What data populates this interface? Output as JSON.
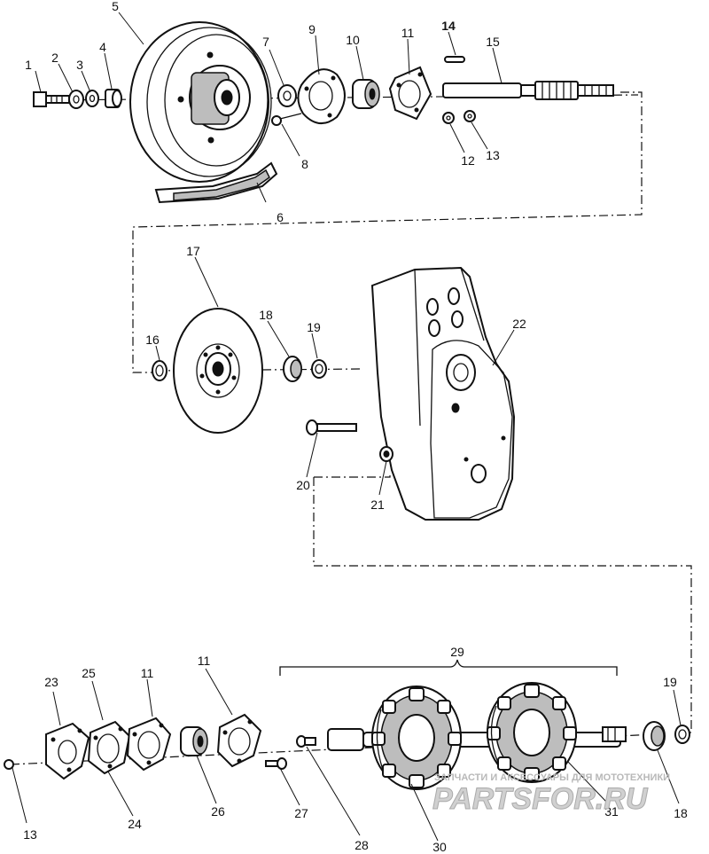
{
  "callouts": [
    {
      "n": "1"
    },
    {
      "n": "2"
    },
    {
      "n": "3"
    },
    {
      "n": "4"
    },
    {
      "n": "5"
    },
    {
      "n": "6"
    },
    {
      "n": "7"
    },
    {
      "n": "8"
    },
    {
      "n": "9"
    },
    {
      "n": "10"
    },
    {
      "n": "11"
    },
    {
      "n": "12"
    },
    {
      "n": "13"
    },
    {
      "n": "14"
    },
    {
      "n": "15"
    },
    {
      "n": "16"
    },
    {
      "n": "17"
    },
    {
      "n": "18"
    },
    {
      "n": "19"
    },
    {
      "n": "22"
    },
    {
      "n": "20"
    },
    {
      "n": "21"
    },
    {
      "n": "29"
    },
    {
      "n": "23"
    },
    {
      "n": "25"
    },
    {
      "n": "11"
    },
    {
      "n": "11"
    },
    {
      "n": "19"
    },
    {
      "n": "13"
    },
    {
      "n": "24"
    },
    {
      "n": "26"
    },
    {
      "n": "27"
    },
    {
      "n": "28"
    },
    {
      "n": "30"
    },
    {
      "n": "31"
    },
    {
      "n": "18"
    }
  ],
  "watermark": {
    "caption": "ЗАПЧАСТИ И АКСЕССУАРЫ ДЛЯ МОТОТЕХНИКИ",
    "brand": "PARTSFOR.RU"
  }
}
